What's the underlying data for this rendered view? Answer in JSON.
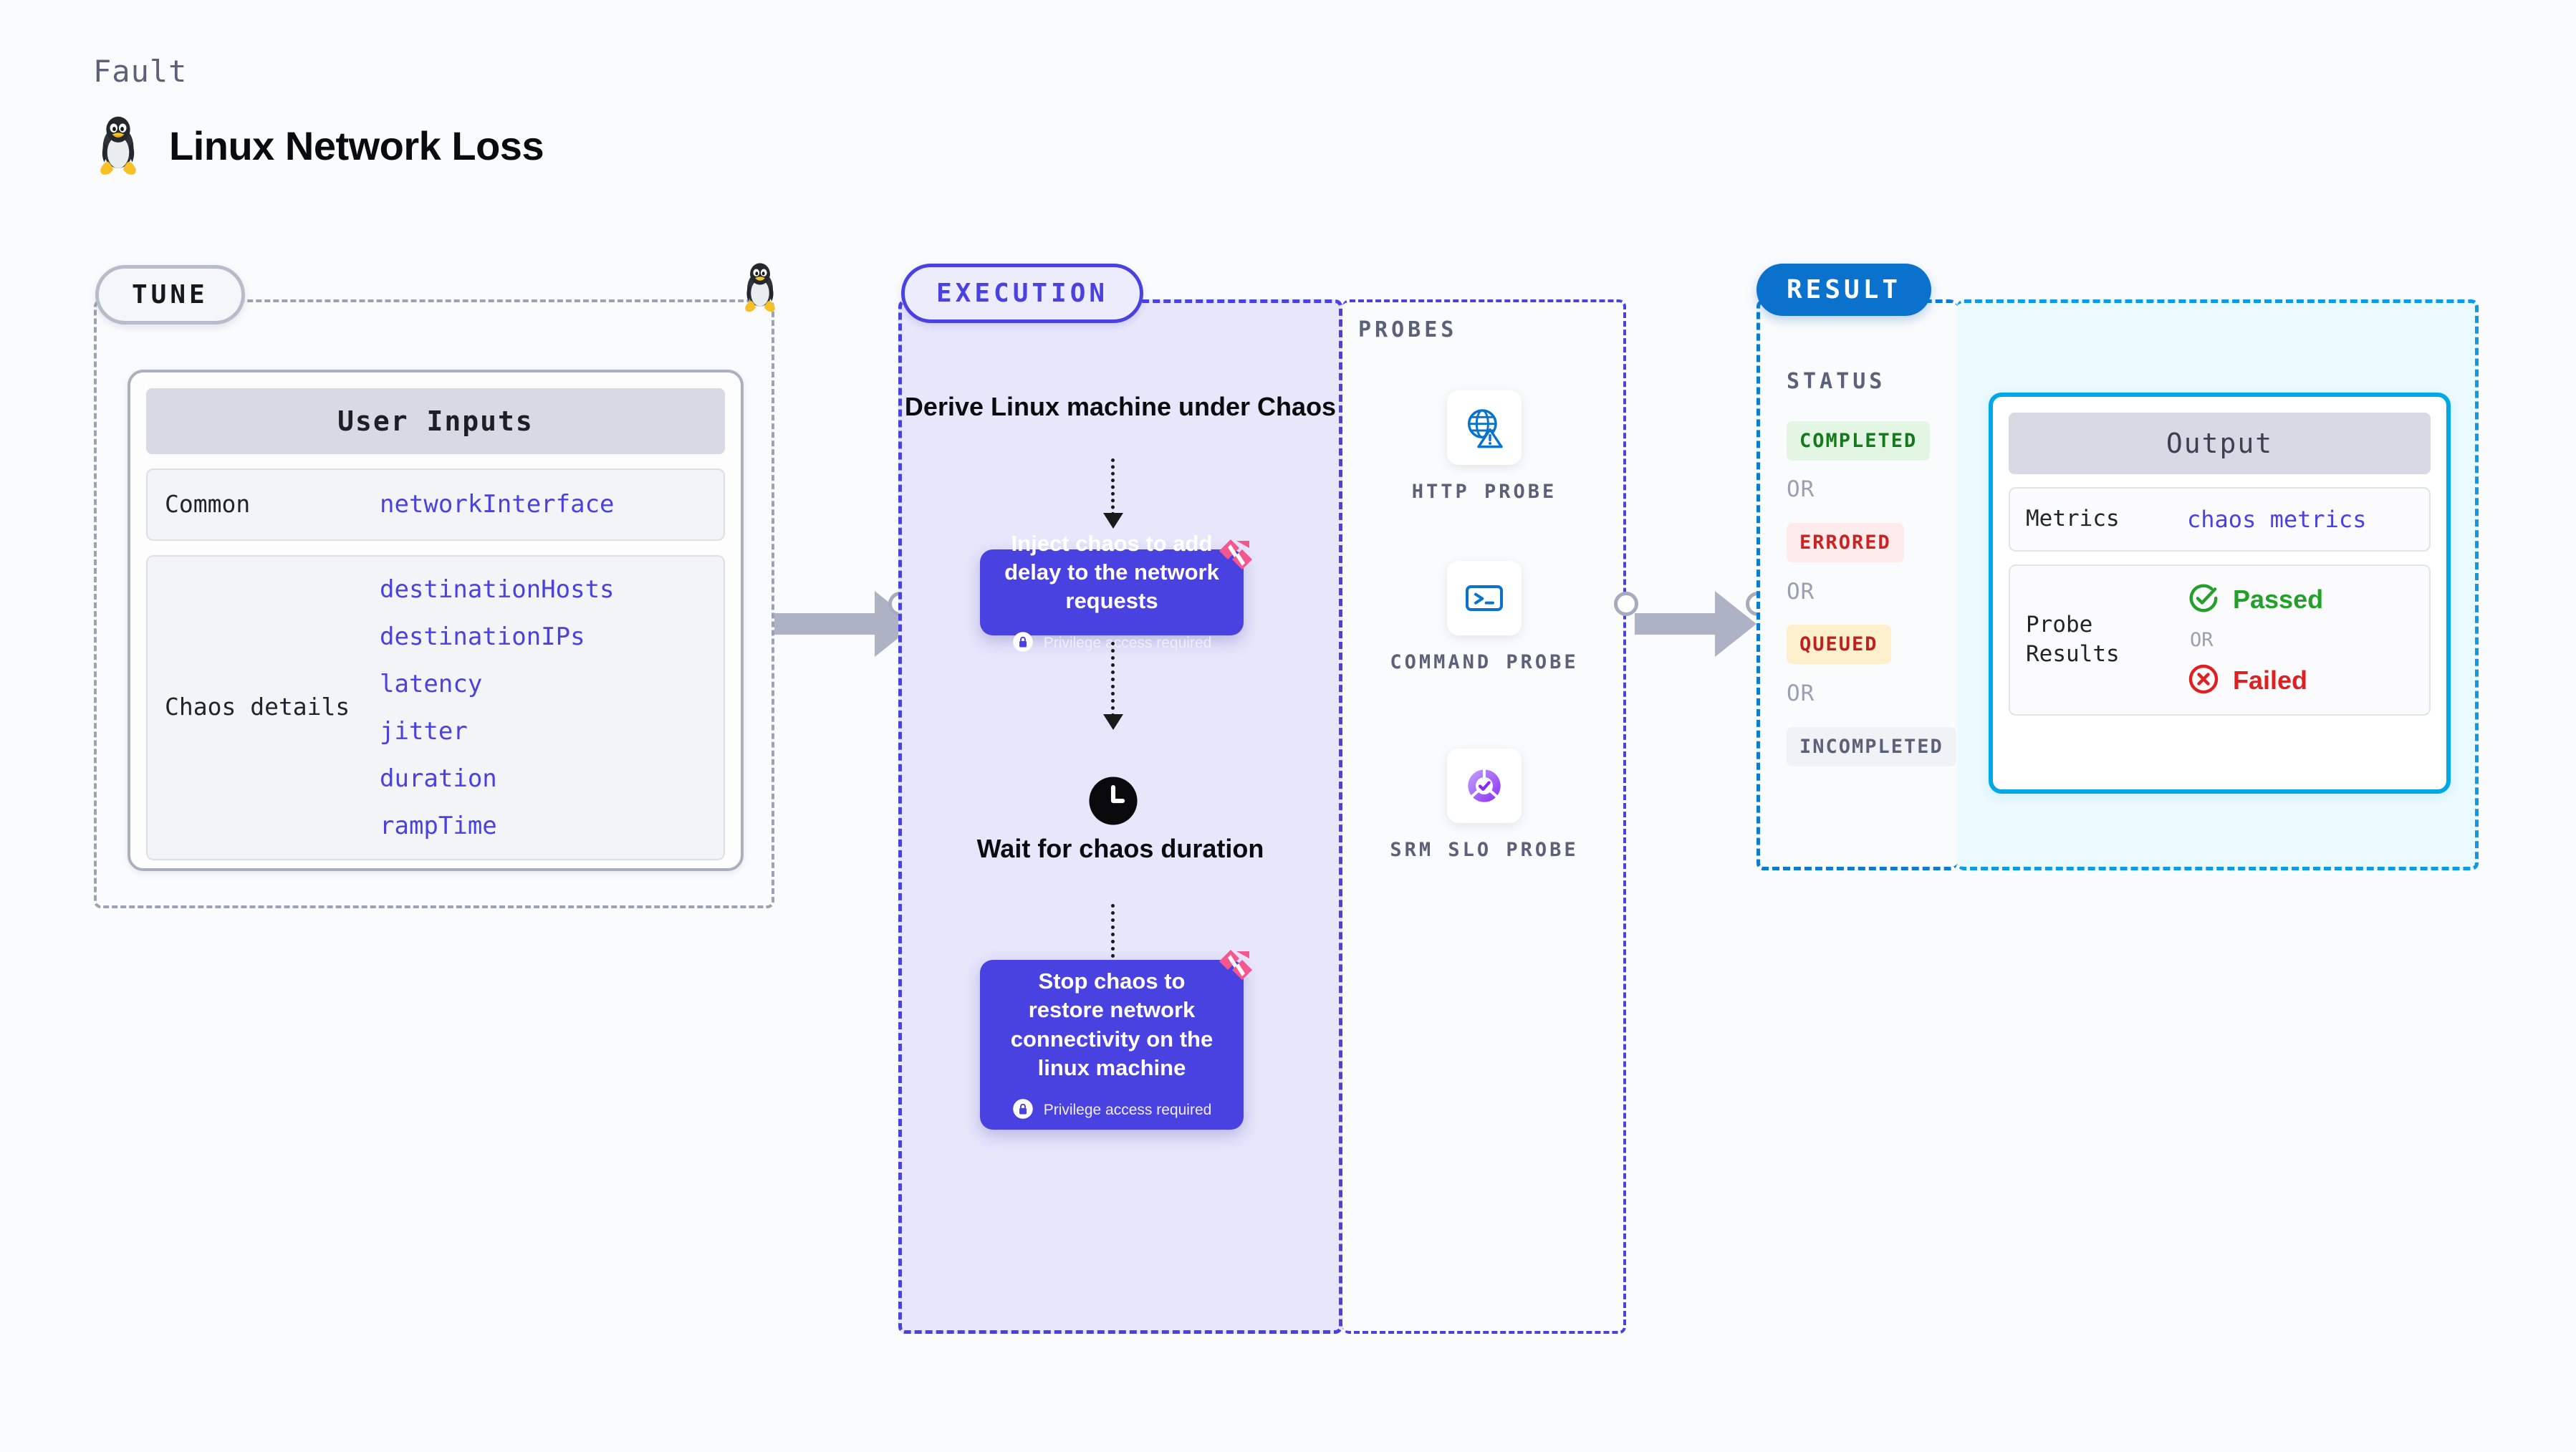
{
  "header": {
    "kicker": "Fault",
    "title": "Linux Network Loss",
    "icon": "linux-penguin-icon"
  },
  "tune": {
    "pill_label": "TUNE",
    "corner_icon": "linux-penguin-icon",
    "card": {
      "title": "User Inputs",
      "groups": [
        {
          "label": "Common",
          "values": [
            "networkInterface"
          ]
        },
        {
          "label": "Chaos details",
          "values": [
            "destinationHosts",
            "destinationIPs",
            "latency",
            "jitter",
            "duration",
            "rampTime"
          ]
        }
      ]
    }
  },
  "execution": {
    "pill_label": "EXECUTION",
    "steps": [
      {
        "type": "title",
        "text": "Derive Linux machine under Chaos"
      },
      {
        "type": "card",
        "text": "Inject chaos to add delay to the network requests",
        "note": "Privilege access required",
        "note_icon": "lock-icon",
        "brand_icon": "harness-logo-icon"
      },
      {
        "type": "wait",
        "icon": "clock-icon",
        "text": "Wait for chaos duration"
      },
      {
        "type": "card",
        "text": "Stop chaos to restore network connectivity on the linux machine",
        "note": "Privilege access required",
        "note_icon": "lock-icon",
        "brand_icon": "harness-logo-icon"
      }
    ]
  },
  "probes": {
    "label": "PROBES",
    "items": [
      {
        "name": "HTTP PROBE",
        "icon": "globe-warning-icon"
      },
      {
        "name": "COMMAND PROBE",
        "icon": "terminal-prompt-icon"
      },
      {
        "name": "SRM SLO PROBE",
        "icon": "slo-gauge-check-icon"
      }
    ]
  },
  "result": {
    "pill_label": "RESULT",
    "status_label": "STATUS",
    "or_label": "OR",
    "statuses": [
      {
        "text": "COMPLETED",
        "bg": "#e3f6e3",
        "fg": "#157a1c"
      },
      {
        "text": "ERRORED",
        "bg": "#fdeceb",
        "fg": "#cc2222"
      },
      {
        "text": "QUEUED",
        "bg": "#fdf0cc",
        "fg": "#c02020"
      },
      {
        "text": "INCOMPLETED",
        "bg": "#f1f2f6",
        "fg": "#5b6178"
      }
    ],
    "output": {
      "title": "Output",
      "metrics_label": "Metrics",
      "metrics_value": "chaos metrics",
      "probe_results_label": "Probe Results",
      "passed_label": "Passed",
      "passed_icon": "check-circle-icon",
      "failed_label": "Failed",
      "failed_icon": "x-circle-icon",
      "or_label": "OR"
    }
  },
  "colors": {
    "accent_purple": "#4a42e0",
    "accent_blue": "#0a72cd",
    "accent_cyan": "#00a8e8",
    "brand_pink": "#f4568e",
    "pass_green": "#22a02a",
    "fail_red": "#e02020",
    "muted": "#5b6178"
  }
}
